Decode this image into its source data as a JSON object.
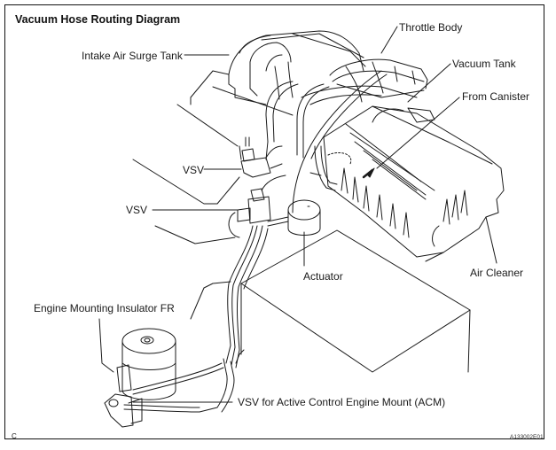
{
  "diagram": {
    "title": "Vacuum Hose Routing Diagram",
    "labels": {
      "intake_air_surge_tank": "Intake Air Surge Tank",
      "throttle_body": "Throttle Body",
      "vacuum_tank": "Vacuum Tank",
      "from_canister": "From Canister",
      "vsv_upper": "VSV",
      "vsv_lower": "VSV",
      "actuator": "Actuator",
      "air_cleaner": "Air Cleaner",
      "engine_mounting_insulator": "Engine Mounting Insulator FR",
      "vsv_acm": "VSV for Active Control Engine Mount (ACM)"
    },
    "corner_letter": "C",
    "figure_id": "A133002E01",
    "line_color": "#1a1a1a",
    "background": "#ffffff"
  }
}
